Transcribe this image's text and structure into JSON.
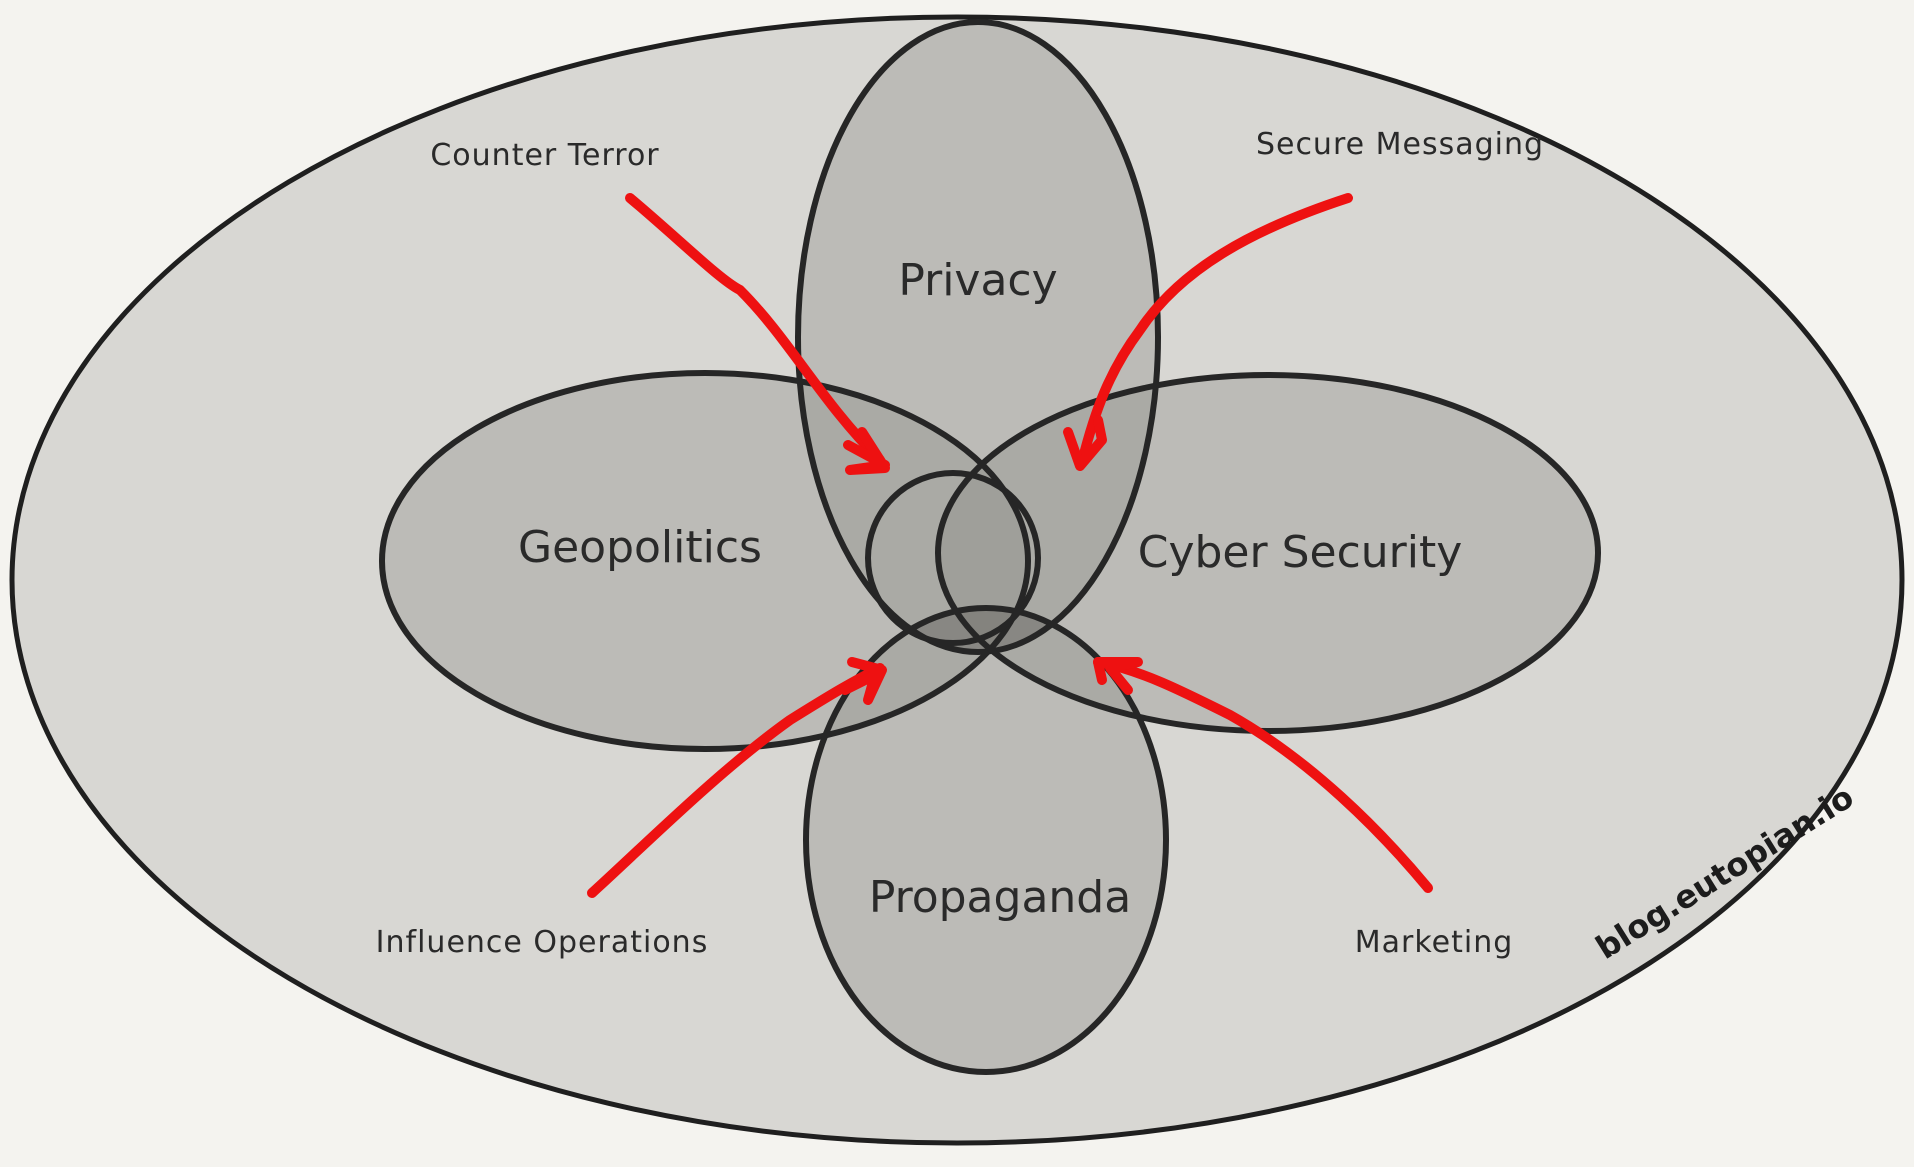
{
  "diagram": {
    "areas": {
      "privacy": "Privacy",
      "geopolitics": "Geopolitics",
      "cyber_security": "Cyber Security",
      "propaganda": "Propaganda"
    },
    "influences": {
      "counter_terror": "Counter Terror",
      "secure_messaging": "Secure Messaging",
      "influence_operations": "Influence Operations",
      "marketing": "Marketing"
    },
    "watermark": "blog.eutopian.io"
  },
  "colors": {
    "background": "#f4f3ef",
    "outer_fill": "#d8d7d3",
    "petal_fill": "#bdbcb8",
    "center_fill": "#8a8a86",
    "outline": "#262626",
    "arrow": "#ee1111"
  }
}
